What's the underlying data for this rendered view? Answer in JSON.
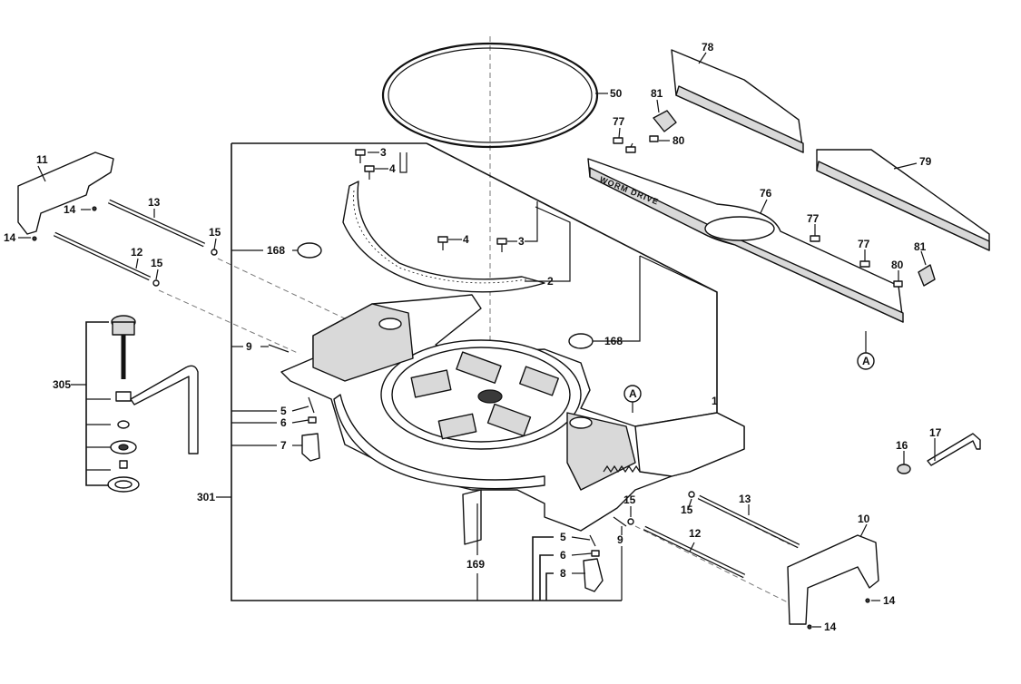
{
  "diagram": {
    "labels": {
      "l1": "1",
      "l2": "2",
      "l3a": "3",
      "l3b": "3",
      "l4a": "4",
      "l4b": "4",
      "l5a": "5",
      "l5b": "5",
      "l6a": "6",
      "l6b": "6",
      "l7": "7",
      "l8": "8",
      "l9a": "9",
      "l9b": "9",
      "l10": "10",
      "l11": "11",
      "l12a": "12",
      "l12b": "12",
      "l13a": "13",
      "l13b": "13",
      "l14a": "14",
      "l14b": "14",
      "l14c": "14",
      "l14d": "14",
      "l15a": "15",
      "l15b": "15",
      "l15c": "15",
      "l15d": "15",
      "l16": "16",
      "l17": "17",
      "l50": "50",
      "l76": "76",
      "l77a": "77",
      "l77b": "77",
      "l77c": "77",
      "l78": "78",
      "l79": "79",
      "l80a": "80",
      "l80b": "80",
      "l81a": "81",
      "l81b": "81",
      "l168a": "168",
      "l168b": "168",
      "l169": "169",
      "l301": "301",
      "l305": "305",
      "refA1": "A",
      "refA2": "A"
    },
    "fence_inscription": "WORM DRIVE"
  }
}
